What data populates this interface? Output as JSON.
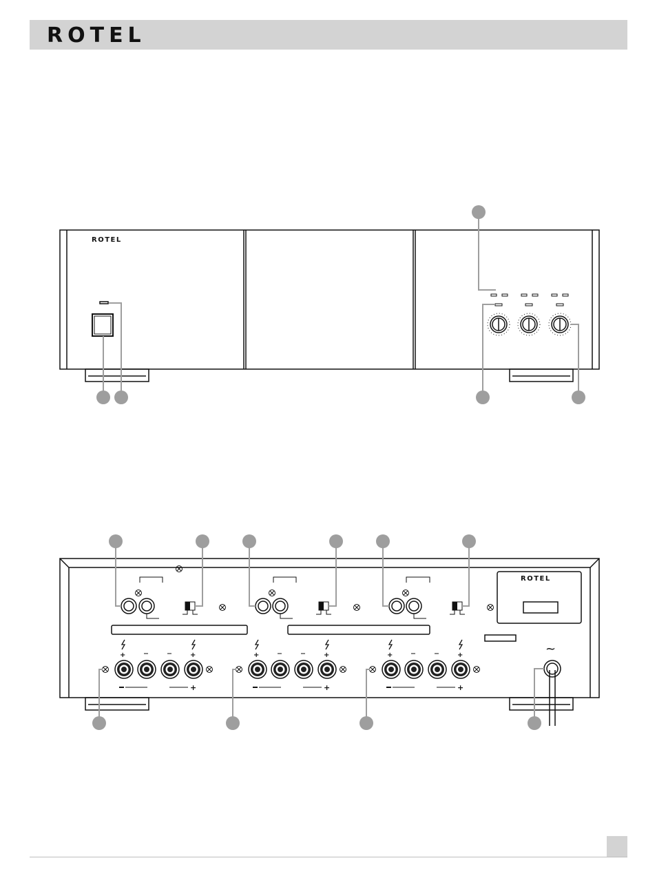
{
  "header": {
    "brand": "ROTEL"
  },
  "front_panel": {
    "brand": "ROTEL",
    "callout_count": 5
  },
  "rear_panel": {
    "brand": "ROTEL",
    "ac_symbol": "~",
    "channel_count": 3,
    "callout_count": 10
  },
  "colors": {
    "header_gray": "#d3d3d3",
    "callout_gray": "#9e9e9e",
    "line": "#111111"
  }
}
